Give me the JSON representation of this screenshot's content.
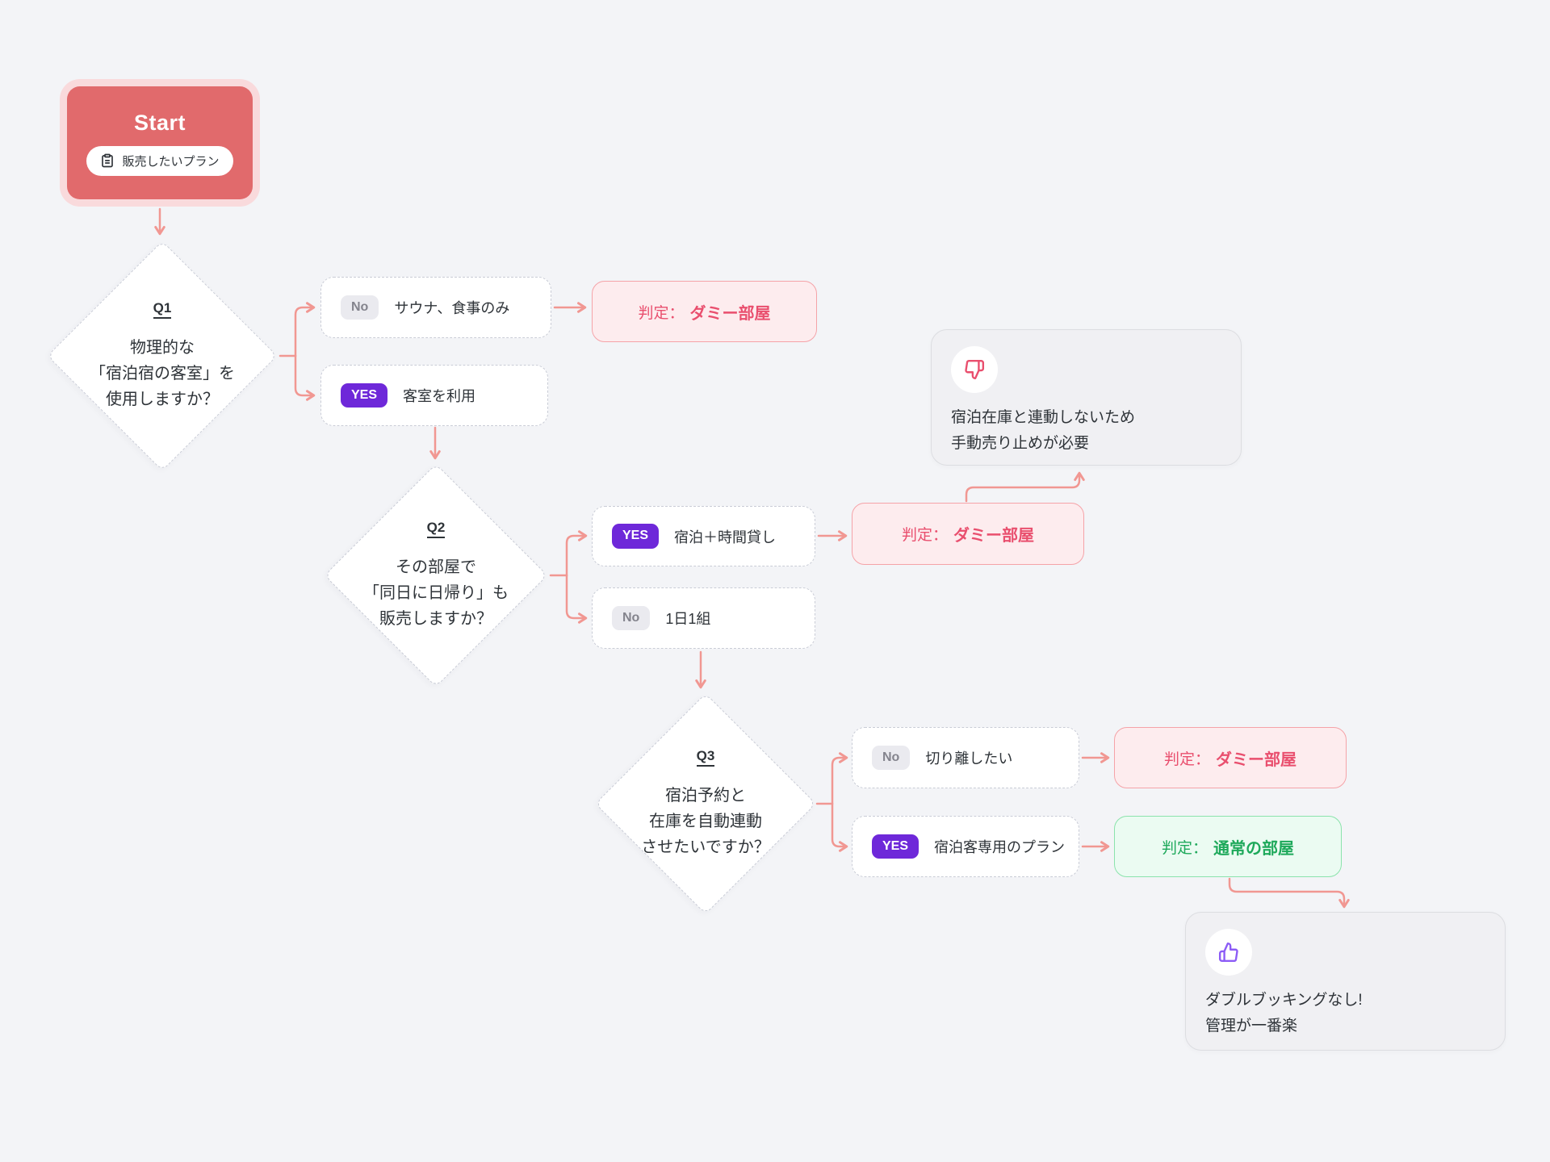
{
  "canvas": {
    "bg": "#F3F4F7"
  },
  "start": {
    "title": "Start",
    "tag_label": "販売したいプラン",
    "icon": "clipboard-icon"
  },
  "q1": {
    "label": "Q1",
    "line1": "物理的な",
    "line2": "「宿泊宿の客室」を",
    "line3": "使用しますか？"
  },
  "q2": {
    "label": "Q2",
    "line1": "その部屋で",
    "line2": "「同日に日帰り」も",
    "line3": "販売しますか？"
  },
  "q3": {
    "label": "Q3",
    "line1": "宿泊予約と",
    "line2": "在庫を自動連動",
    "line3": "させたいですか？"
  },
  "options": {
    "q1_no": {
      "badge": "No",
      "label": "サウナ、食事のみ"
    },
    "q1_yes": {
      "badge": "YES",
      "label": "客室を利用"
    },
    "q2_yes": {
      "badge": "YES",
      "label": "宿泊＋時間貸し"
    },
    "q2_no": {
      "badge": "No",
      "label": "1日1組"
    },
    "q3_no": {
      "badge": "No",
      "label": "切り離したい"
    },
    "q3_yes": {
      "badge": "YES",
      "label": "宿泊客専用のプラン"
    }
  },
  "results": {
    "prefix": "判定：",
    "dummy": "ダミー部屋",
    "normal": "通常の部屋"
  },
  "notes": {
    "warning": {
      "icon": "thumbs-down-icon",
      "line1": "宿泊在庫と連動しないため",
      "line2": "手動売り止めが必要"
    },
    "benefit": {
      "icon": "thumbs-up-icon",
      "line1": "ダブルブッキングなし!",
      "line2": "管理が一番楽"
    }
  },
  "colors": {
    "accent_red": "#E16A6C",
    "arrow_salmon": "#F19792",
    "result_pink": "#E94F6E",
    "result_green": "#1EA95B",
    "badge_purple": "#6E28D9",
    "badge_gray": "#EAEAEF",
    "note_gray": "#F0F0F3"
  }
}
